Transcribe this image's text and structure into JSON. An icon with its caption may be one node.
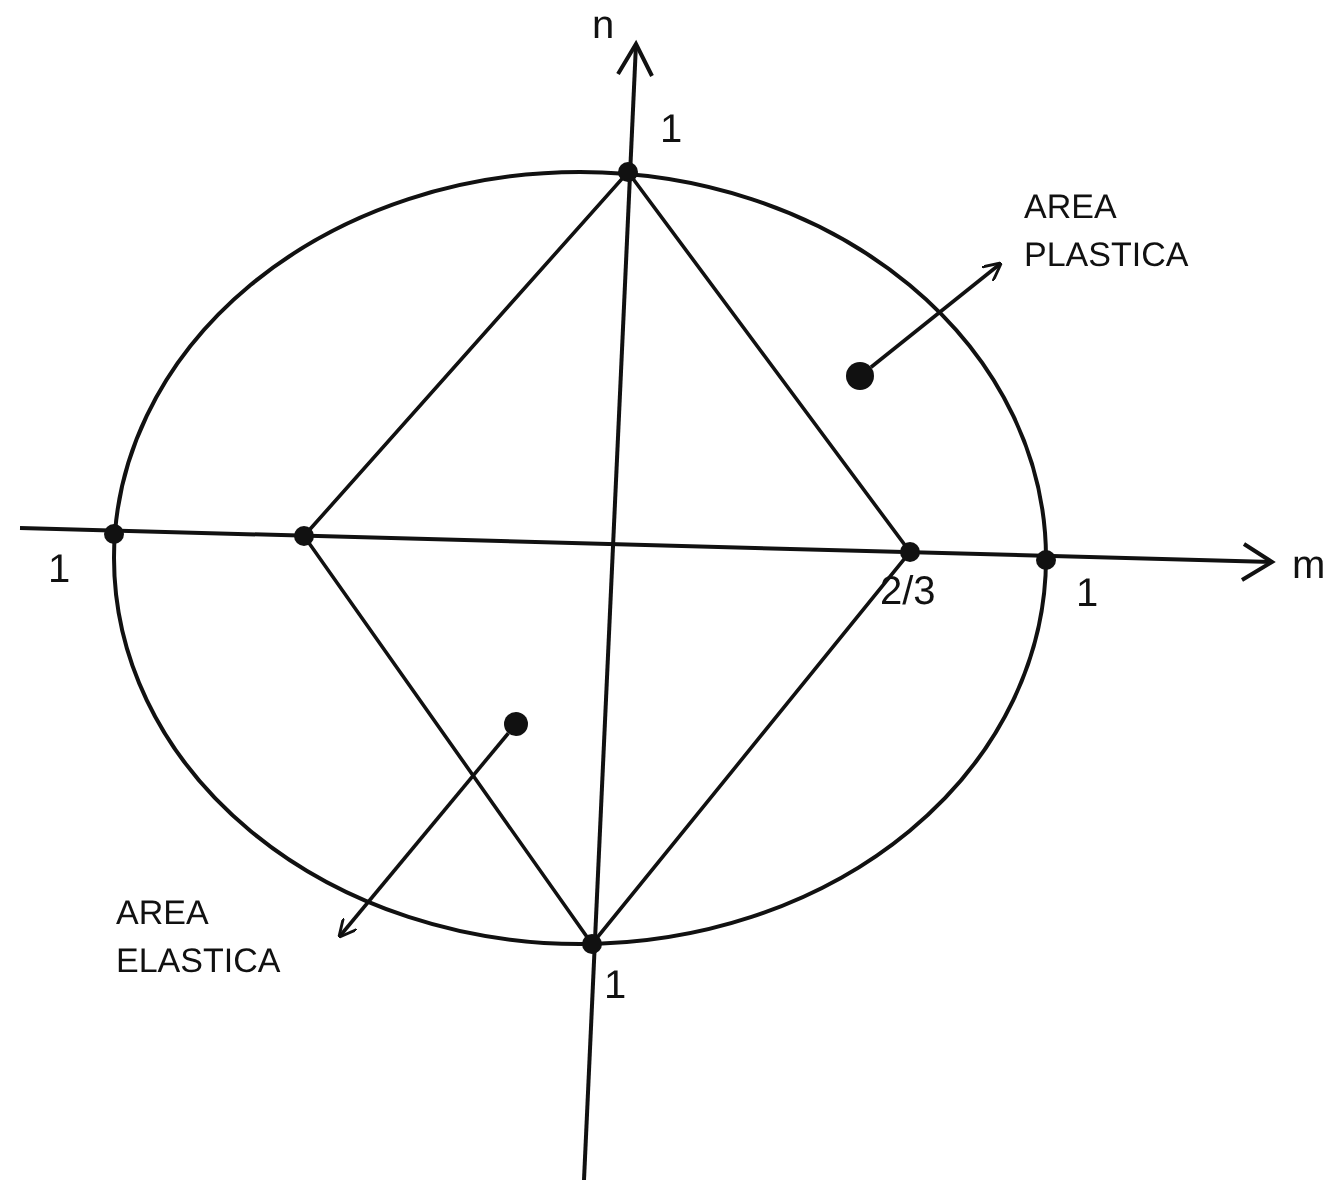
{
  "diagram": {
    "nodes": [
      {
        "text": [
          "AREA PLASTICA"
        ]
      },
      {
        "text": [],
        "shape": "circle"
      },
      {
        "text": [
          "AREA ELASTICA"
        ]
      },
      {
        "text": [],
        "shape": "circle"
      }
    ],
    "edges": [
      {
        "from": 1,
        "to": 0,
        "arrow": "to"
      },
      {
        "from": 3,
        "to": 2,
        "arrow": "to"
      }
    ],
    "labels": [
      "n",
      "1",
      "1",
      "2/3",
      "1",
      "m",
      "1"
    ]
  }
}
